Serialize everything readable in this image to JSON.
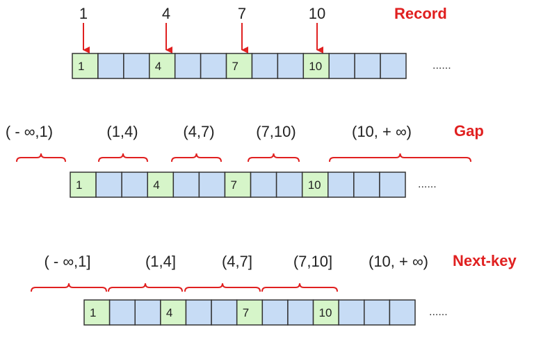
{
  "colors": {
    "record_cell": "#d6f5c9",
    "empty_cell": "#c7dcf5",
    "cell_border": "#333333",
    "accent_red": "#e02020",
    "text": "#222222"
  },
  "record": {
    "title": "Record",
    "arrow_labels": [
      "1",
      "4",
      "7",
      "10"
    ],
    "cell_values": [
      "1",
      "4",
      "7",
      "10"
    ],
    "ellipsis": "......"
  },
  "gap": {
    "title": "Gap",
    "ranges": [
      "( - ∞,1)",
      "(1,4)",
      "(4,7)",
      "(7,10)",
      "(10,  + ∞)"
    ],
    "cell_values": [
      "1",
      "4",
      "7",
      "10"
    ],
    "ellipsis": "......"
  },
  "nextkey": {
    "title": "Next-key",
    "ranges": [
      "( - ∞,1]",
      "(1,4]",
      "(4,7]",
      "(7,10]",
      "(10,  + ∞)"
    ],
    "cell_values": [
      "1",
      "4",
      "7",
      "10"
    ],
    "ellipsis": "......"
  }
}
